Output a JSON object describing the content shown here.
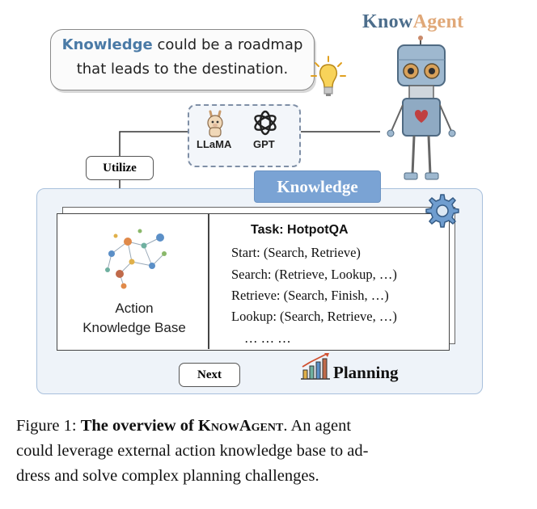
{
  "brand": {
    "part1": "Know",
    "part2": "Agent",
    "color1": "#4d6e8c",
    "color2": "#e0a878"
  },
  "bubble": {
    "keyword": "Knowledge",
    "line1_rest": " could be a roadmap",
    "line2": "that leads to  the destination."
  },
  "models": {
    "llama": "LLaMA",
    "gpt": "GPT"
  },
  "utilize_label": "Utilize",
  "knowledge_tab": "Knowledge",
  "kb": {
    "line1": "Action",
    "line2": "Knowledge Base"
  },
  "task": {
    "title": "Task:  HotpotQA",
    "rules": [
      "Start: (Search, Retrieve)",
      "Search: (Retrieve, Lookup, …)",
      "Retrieve: (Search, Finish, …)",
      "Lookup: (Search, Retrieve, …)",
      "… … …"
    ]
  },
  "next_label": "Next",
  "planning_label": "Planning",
  "caption": {
    "prefix": "Figure 1: ",
    "bold": "The overview of ",
    "bold_brand": "KnowAgent",
    "after_bold": ". An agent",
    "line2": "could leverage external action knowledge base to ad-",
    "line3": "dress and solve complex planning challenges."
  },
  "colors": {
    "accent": "#7aa3d4",
    "panel_bg": "#eef3f9",
    "keyword": "#4a7aa6"
  },
  "icons": [
    "lightbulb-icon",
    "robot-icon",
    "llama-icon",
    "openai-icon",
    "gear-icon",
    "knowledge-graph-icon",
    "bar-chart-icon"
  ]
}
